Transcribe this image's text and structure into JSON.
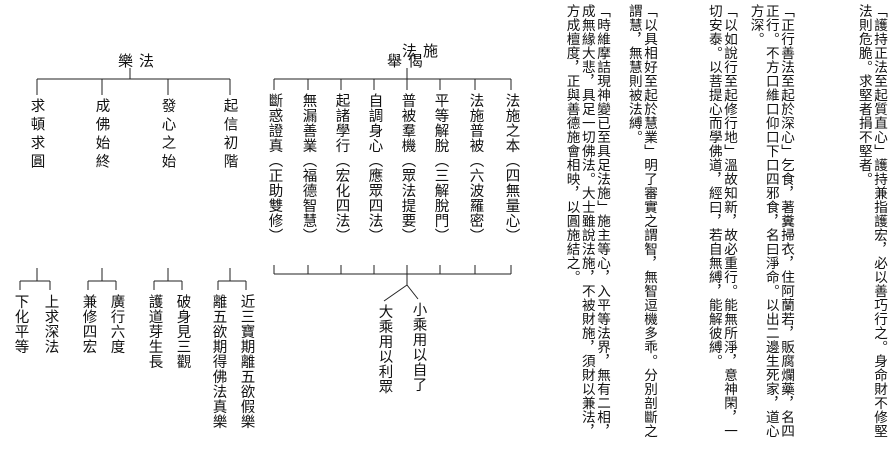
{
  "tree1": {
    "root": "樂法",
    "branches": [
      {
        "label": "起信初階",
        "leaves": [
          "近三寶期離五欲假樂",
          "離五欲期得佛法真樂"
        ]
      },
      {
        "label": "發心之始",
        "leaves": [
          "破身見三觀",
          "護道芽生長"
        ]
      },
      {
        "label": "成佛始終",
        "leaves": [
          "廣行六度",
          "兼修四宏"
        ]
      },
      {
        "label": "求頓求圓",
        "leaves": [
          "上求深法",
          "下化平等"
        ]
      }
    ]
  },
  "tree2": {
    "root_lines": [
      "法施",
      "舉偈"
    ],
    "items": [
      "法施之本（四無量心）",
      "法施普被（六波羅密）",
      "平等解脫（三解脫門）",
      "普被羣機（眾法提要）",
      "自調身心（應眾四法）",
      "起諸學行（宏化四法）",
      "無漏善業（福德智慧）",
      "斷惑證真（正助雙修）"
    ],
    "results": [
      "小乘用以自了",
      "大乘用以利眾"
    ]
  },
  "paragraphs": [
    "「護持正法至起質直心」護持兼指護宏，必以善巧行之。身命財不修堅法則危脆。求堅者捐不堅者。",
    "「正行善法至起於深心」乞食，著糞掃衣，住阿蘭若，販腐爛藥，名四正行。不方口維口仰口下口四邪食，名曰淨命。以出二邊生死家，道心方深。",
    "「以如說行至起修行地」溫故知新，故必重行。能無所淨，意神閑，一切安泰。以菩提心而學佛道，經曰，若自無縛，能解彼縛。",
    "「以具相好至起於慧業」明了審實之謂智，無智逗機多乖。分別剖斷之謂慧，無慧則被法縛。",
    "「時維摩詰現神變已至具足法施」施主等心，入平等法界，無有二相，成無緣大悲，具足一切佛法。大士雖說法施，不被財施，須財以兼法，方成檀度，正與善德施會相映，以圓施結之。"
  ]
}
